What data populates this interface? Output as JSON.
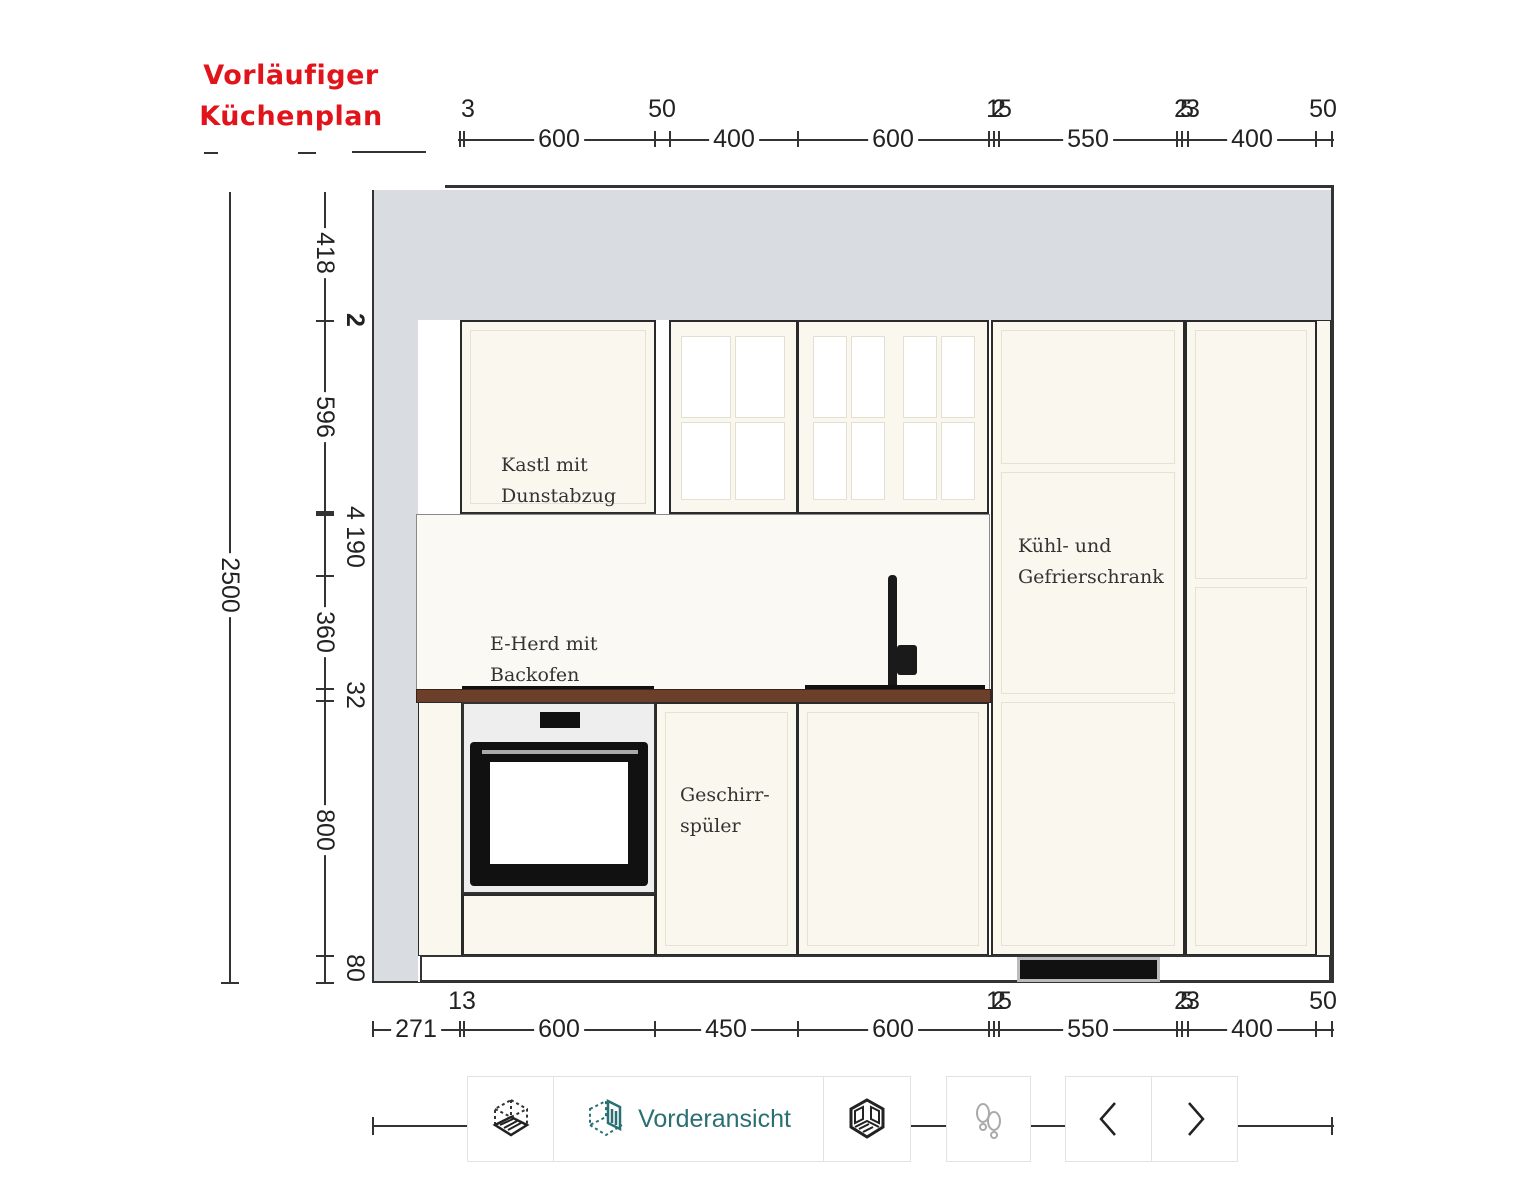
{
  "title": {
    "line1": "Vorläufiger",
    "line2": "Küchenplan",
    "color": "#e0141a"
  },
  "top_dimensions": {
    "offsets": [
      "3",
      "50",
      "125",
      "253",
      "50"
    ],
    "widths": [
      "600",
      "400",
      "600",
      "550",
      "400"
    ]
  },
  "bottom_dimensions": {
    "offsets": [
      "13",
      "125",
      "253",
      "50"
    ],
    "widths": [
      "271",
      "600",
      "450",
      "600",
      "550",
      "400"
    ]
  },
  "left_dimensions": {
    "total": "2500",
    "segments": [
      "418",
      "596",
      "190",
      "360",
      "800"
    ],
    "small": [
      "2",
      "4",
      "32",
      "80"
    ]
  },
  "labels": {
    "hood_cabinet": "Kastl mit\nDunstabzug",
    "stove": "E-Herd mit\nBackofen",
    "dishwasher": "Geschirr-\nspüler",
    "fridge": "Kühl- und\nGefrierschrank"
  },
  "toolbar": {
    "view_label": "Vorderansicht",
    "accent": "#2a6f73"
  },
  "colors": {
    "wall": "#d9dde2",
    "cabinet": "#faf7ee",
    "countertop": "#6b3f2a"
  }
}
